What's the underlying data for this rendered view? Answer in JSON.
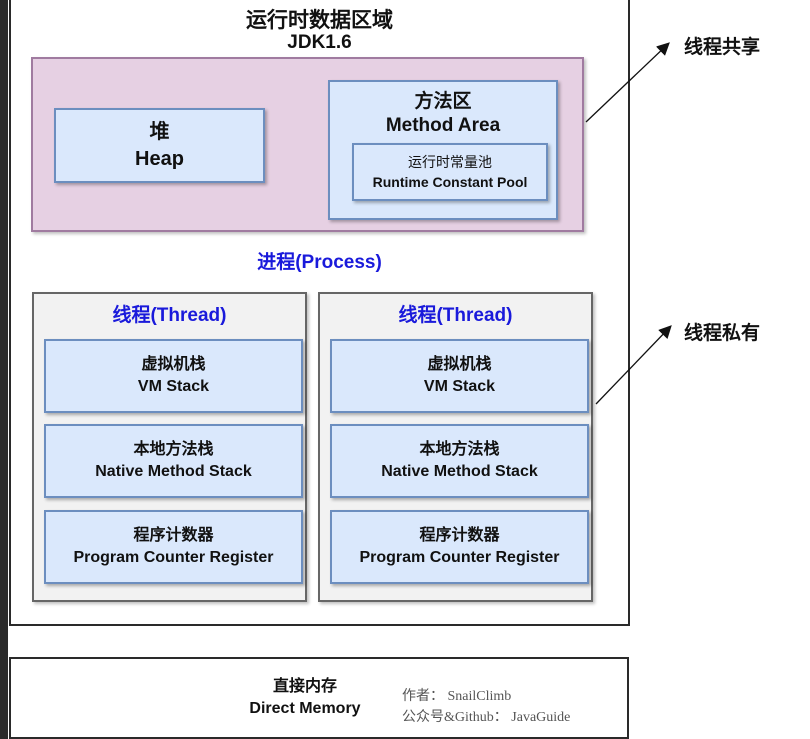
{
  "diagram": {
    "title": "运行时数据区域",
    "subtitle": "JDK1.6",
    "shared_area": {
      "heap": {
        "cn": "堆",
        "en": "Heap"
      },
      "method_area": {
        "cn": "方法区",
        "en": "Method Area",
        "runtime_constant_pool": {
          "cn": "运行时常量池",
          "en": "Runtime Constant Pool"
        }
      }
    },
    "process_label": "进程(Process)",
    "threads": [
      {
        "title": "线程(Thread)",
        "items": [
          {
            "cn": "虚拟机栈",
            "en": "VM Stack"
          },
          {
            "cn": "本地方法栈",
            "en": "Native Method Stack"
          },
          {
            "cn": "程序计数器",
            "en": "Program Counter Register"
          }
        ]
      },
      {
        "title": "线程(Thread)",
        "items": [
          {
            "cn": "虚拟机栈",
            "en": "VM Stack"
          },
          {
            "cn": "本地方法栈",
            "en": "Native Method Stack"
          },
          {
            "cn": "程序计数器",
            "en": "Program Counter Register"
          }
        ]
      }
    ],
    "annotations": {
      "thread_shared": "线程共享",
      "thread_private": "线程私有"
    },
    "direct_memory": {
      "cn": "直接内存",
      "en": "Direct Memory"
    },
    "credits": {
      "author": "作者：  SnailClimb",
      "account": "公众号&Github：  JavaGuide"
    },
    "colors": {
      "shared_fill": "#e6d0e3",
      "shared_border": "#a07ba0",
      "box_fill": "#dae8fc",
      "box_border": "#6c8ebf",
      "thread_fill": "#f2f2f2",
      "process_text": "#1a1adb"
    }
  }
}
